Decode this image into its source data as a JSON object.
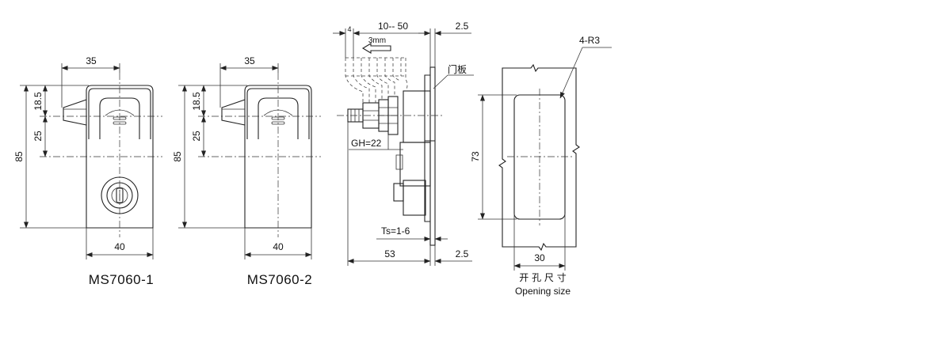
{
  "views": {
    "front1": {
      "title": "MS7060-1",
      "dim_width_top": "35",
      "dim_width_bottom": "40",
      "dim_height_total": "85",
      "dim_upper": "18.5",
      "dim_middle": "25"
    },
    "front2": {
      "title": "MS7060-2",
      "dim_width_top": "35",
      "dim_width_bottom": "40",
      "dim_height_total": "85",
      "dim_upper": "18.5",
      "dim_middle": "25"
    },
    "side": {
      "dim_small": "4",
      "dim_range": "10-- 50",
      "dim_plate_top": "2.5",
      "dim_step": "3mm",
      "label_door_plate": "门板",
      "label_gh": "GH=22",
      "label_ts": "Ts=1-6",
      "dim_depth": "53",
      "dim_plate_bottom": "2.5"
    },
    "cutout": {
      "dim_radius": "4-R3",
      "dim_height": "73",
      "dim_width": "30",
      "caption_zh": "开 孔 尺 寸",
      "caption_en": "Opening size"
    }
  }
}
